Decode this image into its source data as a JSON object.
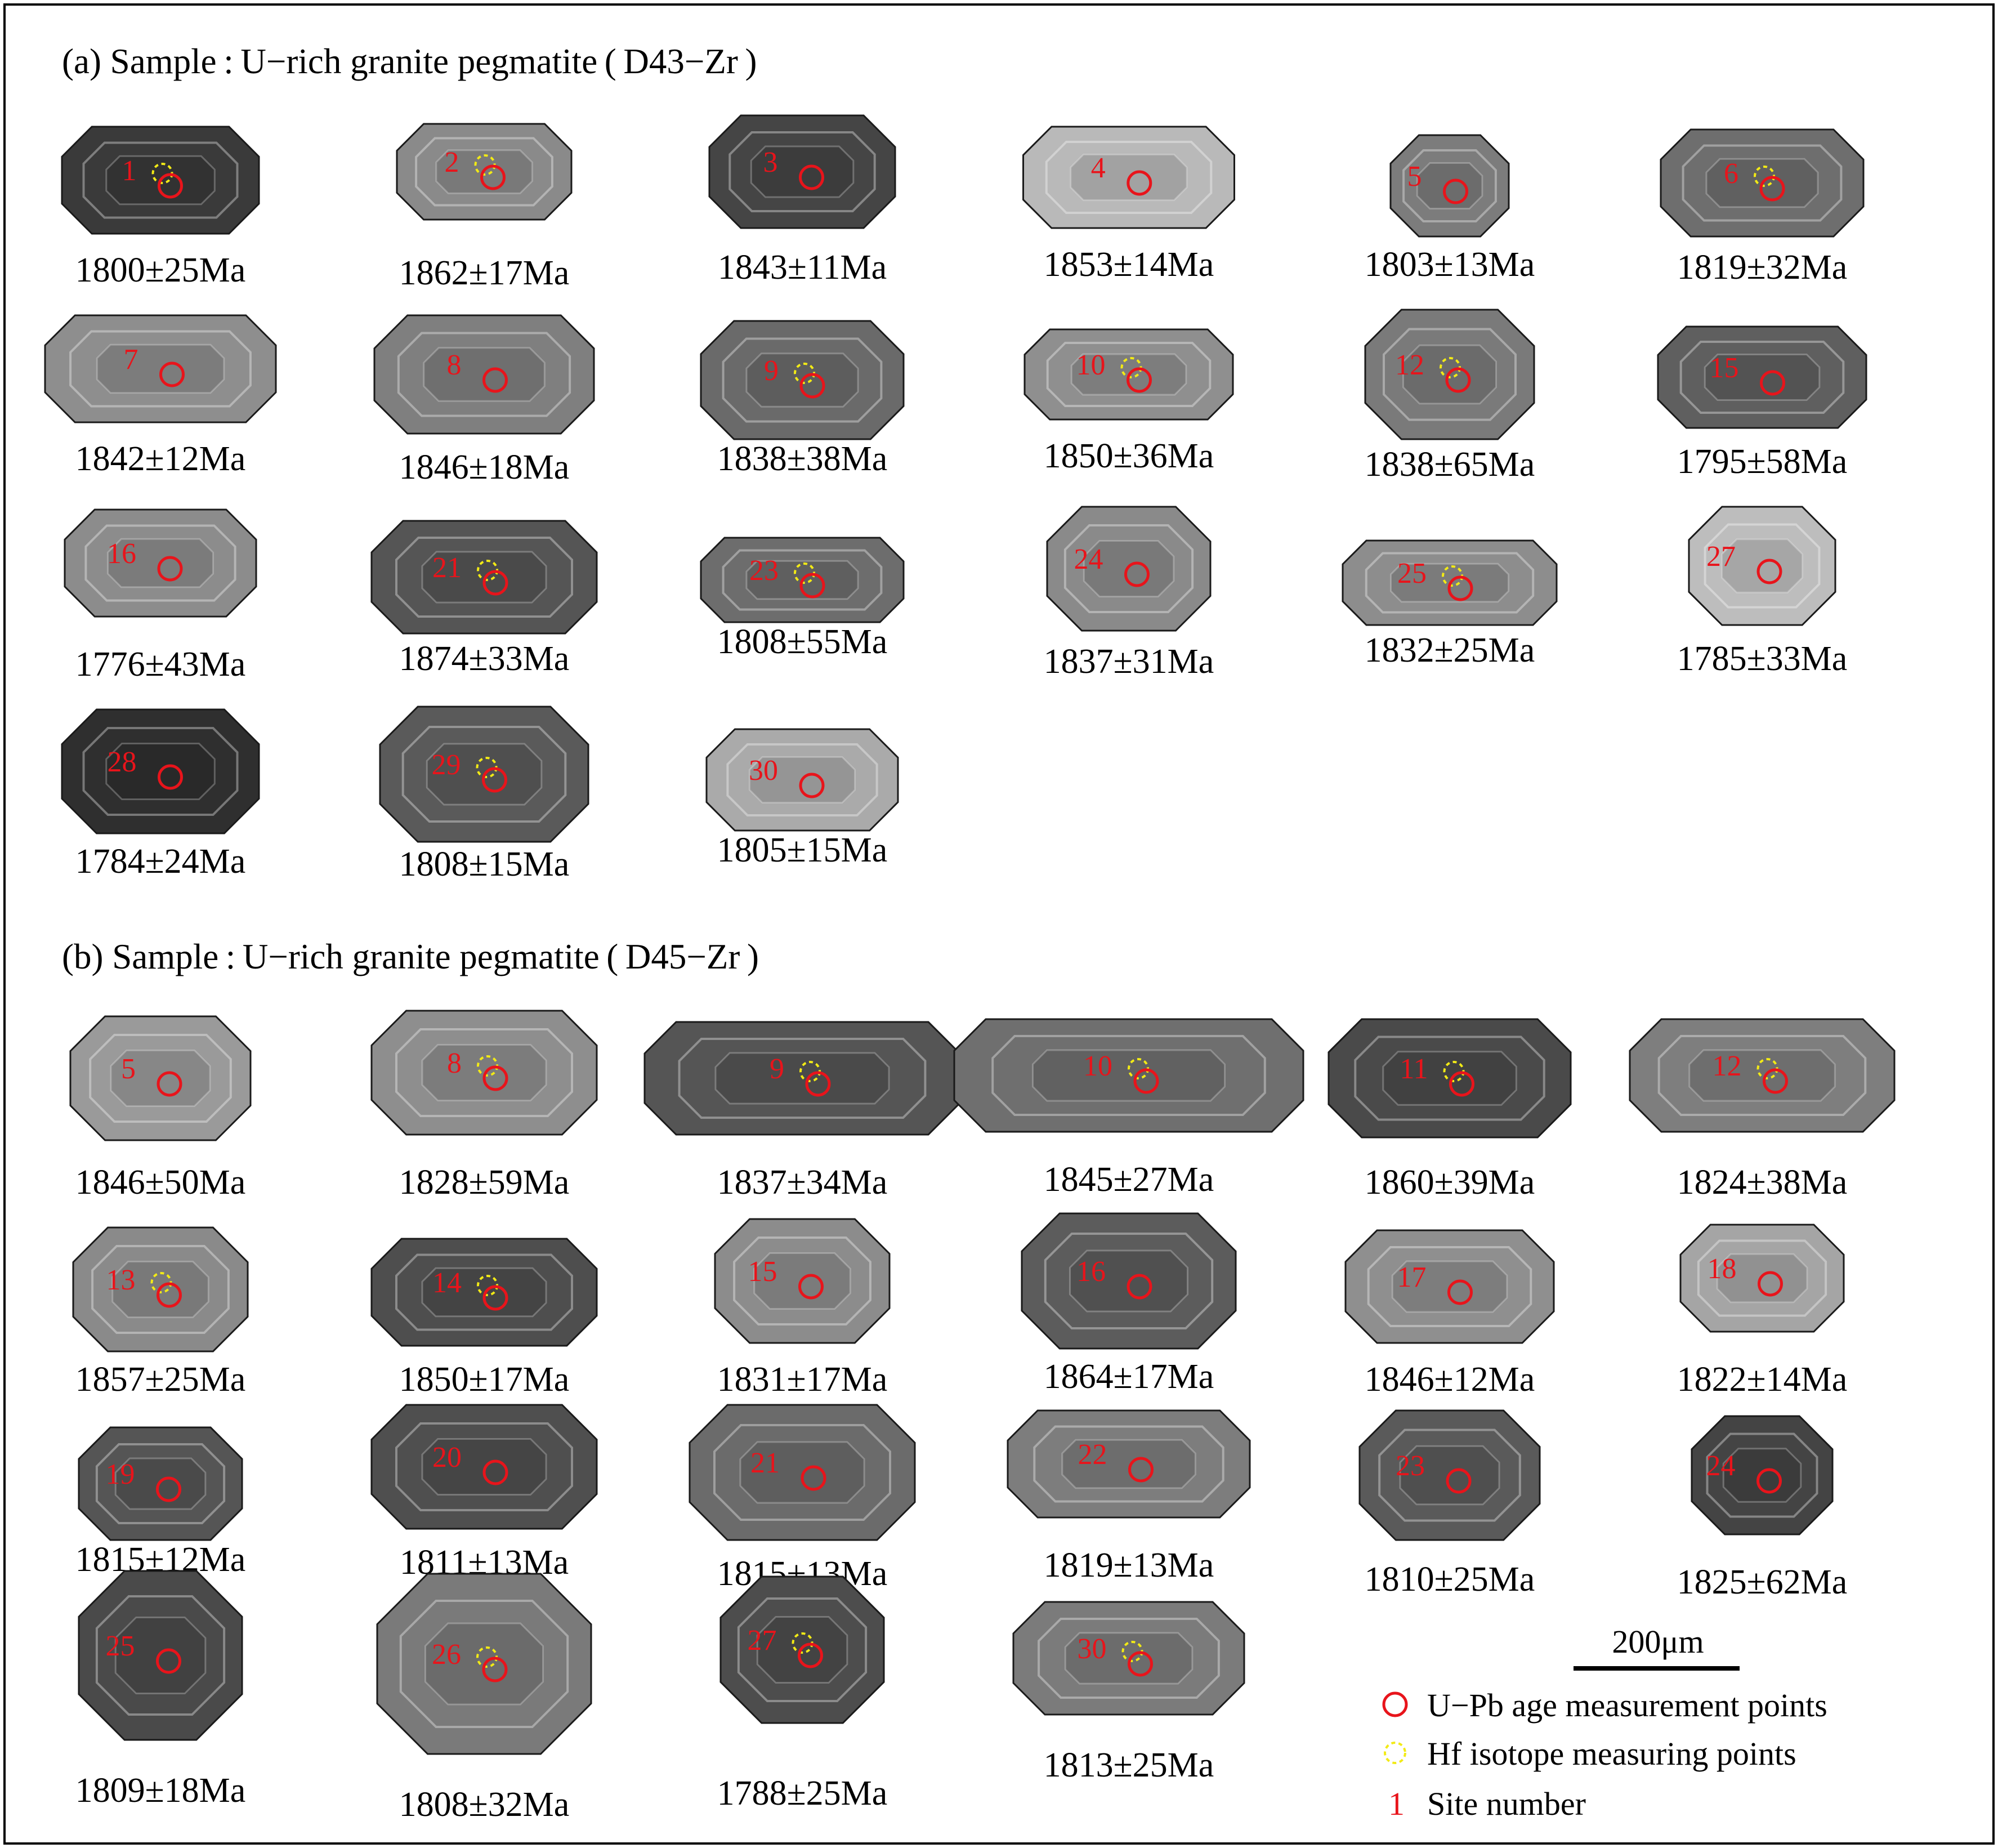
{
  "panels": [
    {
      "id": "a",
      "title": "(a) Sample : U−rich granite pegmatite ( D43−Zr )",
      "grains": [
        {
          "site": "1",
          "age": "1800±25Ma",
          "hf": true,
          "tone": "#3a3a3a"
        },
        {
          "site": "2",
          "age": "1862±17Ma",
          "hf": true,
          "tone": "#8a8a8a"
        },
        {
          "site": "3",
          "age": "1843±11Ma",
          "hf": false,
          "tone": "#454545"
        },
        {
          "site": "4",
          "age": "1853±14Ma",
          "hf": false,
          "tone": "#b9b9b9"
        },
        {
          "site": "5",
          "age": "1803±13Ma",
          "hf": false,
          "tone": "#7c7c7c"
        },
        {
          "site": "6",
          "age": "1819±32Ma",
          "hf": true,
          "tone": "#6e6e6e"
        },
        {
          "site": "7",
          "age": "1842±12Ma",
          "hf": false,
          "tone": "#8e8e8e"
        },
        {
          "site": "8",
          "age": "1846±18Ma",
          "hf": false,
          "tone": "#7f7f7f"
        },
        {
          "site": "9",
          "age": "1838±38Ma",
          "hf": true,
          "tone": "#6a6a6a"
        },
        {
          "site": "10",
          "age": "1850±36Ma",
          "hf": true,
          "tone": "#8f8f8f"
        },
        {
          "site": "12",
          "age": "1838±65Ma",
          "hf": true,
          "tone": "#7a7a7a"
        },
        {
          "site": "15",
          "age": "1795±58Ma",
          "hf": false,
          "tone": "#5f5f5f"
        },
        {
          "site": "16",
          "age": "1776±43Ma",
          "hf": false,
          "tone": "#8c8c8c"
        },
        {
          "site": "21",
          "age": "1874±33Ma",
          "hf": true,
          "tone": "#555555"
        },
        {
          "site": "23",
          "age": "1808±55Ma",
          "hf": true,
          "tone": "#6d6d6d"
        },
        {
          "site": "24",
          "age": "1837±31Ma",
          "hf": false,
          "tone": "#8a8a8a"
        },
        {
          "site": "25",
          "age": "1832±25Ma",
          "hf": true,
          "tone": "#8d8d8d"
        },
        {
          "site": "27",
          "age": "1785±33Ma",
          "hf": false,
          "tone": "#bdbdbd"
        },
        {
          "site": "28",
          "age": "1784±24Ma",
          "hf": false,
          "tone": "#2f2f2f"
        },
        {
          "site": "29",
          "age": "1808±15Ma",
          "hf": true,
          "tone": "#5a5a5a"
        },
        {
          "site": "30",
          "age": "1805±15Ma",
          "hf": false,
          "tone": "#aaaaaa"
        }
      ]
    },
    {
      "id": "b",
      "title": "(b) Sample : U−rich granite pegmatite ( D45−Zr )",
      "grains": [
        {
          "site": "5",
          "age": "1846±50Ma",
          "hf": false,
          "tone": "#9a9a9a"
        },
        {
          "site": "8",
          "age": "1828±59Ma",
          "hf": true,
          "tone": "#8e8e8e"
        },
        {
          "site": "9",
          "age": "1837±34Ma",
          "hf": true,
          "tone": "#555555"
        },
        {
          "site": "10",
          "age": "1845±27Ma",
          "hf": true,
          "tone": "#6f6f6f"
        },
        {
          "site": "11",
          "age": "1860±39Ma",
          "hf": true,
          "tone": "#4a4a4a"
        },
        {
          "site": "12",
          "age": "1824±38Ma",
          "hf": true,
          "tone": "#7e7e7e"
        },
        {
          "site": "13",
          "age": "1857±25Ma",
          "hf": true,
          "tone": "#8a8a8a"
        },
        {
          "site": "14",
          "age": "1850±17Ma",
          "hf": true,
          "tone": "#4e4e4e"
        },
        {
          "site": "15",
          "age": "1831±17Ma",
          "hf": false,
          "tone": "#8c8c8c"
        },
        {
          "site": "16",
          "age": "1864±17Ma",
          "hf": false,
          "tone": "#5c5c5c"
        },
        {
          "site": "17",
          "age": "1846±12Ma",
          "hf": false,
          "tone": "#8f8f8f"
        },
        {
          "site": "18",
          "age": "1822±14Ma",
          "hf": false,
          "tone": "#a5a5a5"
        },
        {
          "site": "19",
          "age": "1815±12Ma",
          "hf": false,
          "tone": "#555555"
        },
        {
          "site": "20",
          "age": "1811±13Ma",
          "hf": false,
          "tone": "#4f4f4f"
        },
        {
          "site": "21",
          "age": "1815±13Ma",
          "hf": false,
          "tone": "#6b6b6b"
        },
        {
          "site": "22",
          "age": "1819±13Ma",
          "hf": false,
          "tone": "#7d7d7d"
        },
        {
          "site": "23",
          "age": "1810±25Ma",
          "hf": false,
          "tone": "#5a5a5a"
        },
        {
          "site": "24",
          "age": "1825±62Ma",
          "hf": false,
          "tone": "#444444"
        },
        {
          "site": "25",
          "age": "1809±18Ma",
          "hf": false,
          "tone": "#4a4a4a"
        },
        {
          "site": "26",
          "age": "1808±32Ma",
          "hf": true,
          "tone": "#7a7a7a"
        },
        {
          "site": "27",
          "age": "1788±25Ma",
          "hf": true,
          "tone": "#4d4d4d"
        },
        {
          "site": "30",
          "age": "1813±25Ma",
          "hf": true,
          "tone": "#7b7b7b"
        }
      ]
    }
  ],
  "scale_bar": {
    "label": "200μm"
  },
  "legend": [
    {
      "key": "upb",
      "label": "U−Pb age measurement points",
      "color": "#e8141b"
    },
    {
      "key": "hf",
      "label": "Hf  isotope measuring points",
      "color": "#f2ea16"
    },
    {
      "key": "site",
      "label": "Site number",
      "symbol": "1",
      "color": "#e8141b"
    }
  ]
}
